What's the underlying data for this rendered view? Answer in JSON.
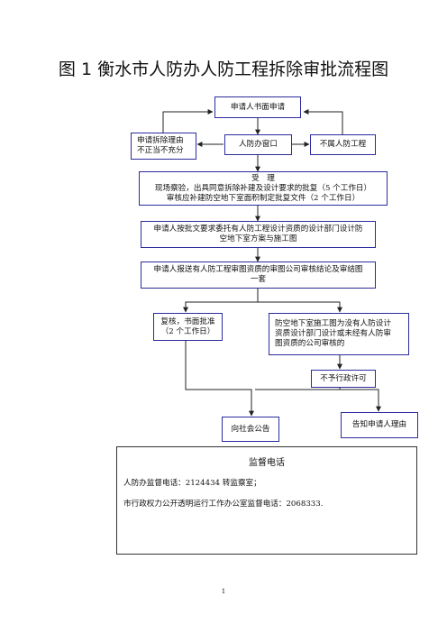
{
  "title": "图 1 衡水市人防办人防工程拆除审批流程图",
  "boxes": {
    "apply": "申请人书面申请",
    "reason_lines": [
      "申请拆除理由",
      "不正当不充分"
    ],
    "window": "人防办窗口",
    "not_civil": "不属人防工程",
    "accept_lines": [
      "受　理",
      "现场察验，出具同意拆除补建及设计要求的批复（5 个工作日）",
      "审核应补建防空地下室面积制定批复文件（2 个工作日）"
    ],
    "design_lines": [
      "申请人按批文要求委托有人防工程设计资质的设计部门设计防",
      "空地下室方案与施工图"
    ],
    "review_lines": [
      "申请人报送有人防工程审图资质的审图公司审核结论及审结图",
      "一套"
    ],
    "approve_lines": [
      "复核，书面批准",
      "（2 个工作日）"
    ],
    "unqualified_lines": [
      "防空地下室施工图为没有人防设计",
      "资质设计部门设计或未经有人防审",
      "图资质的公司审核的"
    ],
    "deny": "不予行政许可",
    "announce": "向社会公告",
    "notify": "告知申请人理由"
  },
  "supervision": {
    "heading": "监督电话",
    "line1": "人防办监督电话：2124434 转监察室；",
    "line2": "市行政权力公开透明运行工作办公室监督电话：2068333."
  },
  "page_number": "1",
  "colors": {
    "box_border": "#2b2b9e",
    "line": "#222222"
  }
}
